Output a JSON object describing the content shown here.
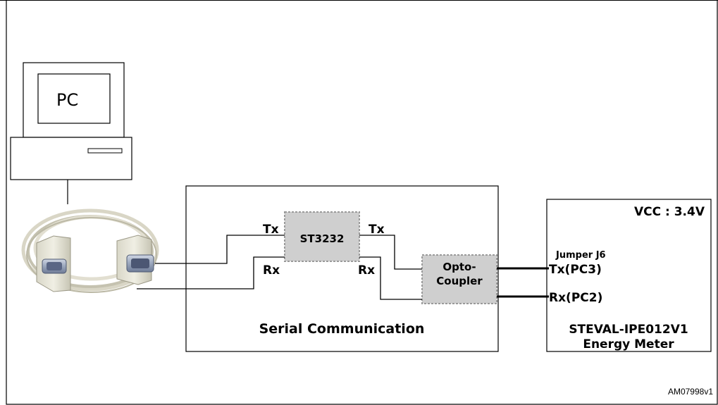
{
  "pc": {
    "label": "PC"
  },
  "st3232": {
    "label": "ST3232",
    "tx_label": "Tx",
    "rx_label": "Rx"
  },
  "serial": {
    "title": "Serial Communication",
    "tx_label": "Tx",
    "rx_label": "Rx"
  },
  "opto": {
    "line1": "Opto-",
    "line2": "Coupler"
  },
  "meter": {
    "vcc": "VCC : 3.4V",
    "jumper": "Jumper J6",
    "tx_pin": "Tx(PC3)",
    "rx_pin": "Rx(PC2)",
    "name_line1": "STEVAL-IPE012V1",
    "name_line2": "Energy Meter"
  },
  "figure_ref": "AM07998v1"
}
